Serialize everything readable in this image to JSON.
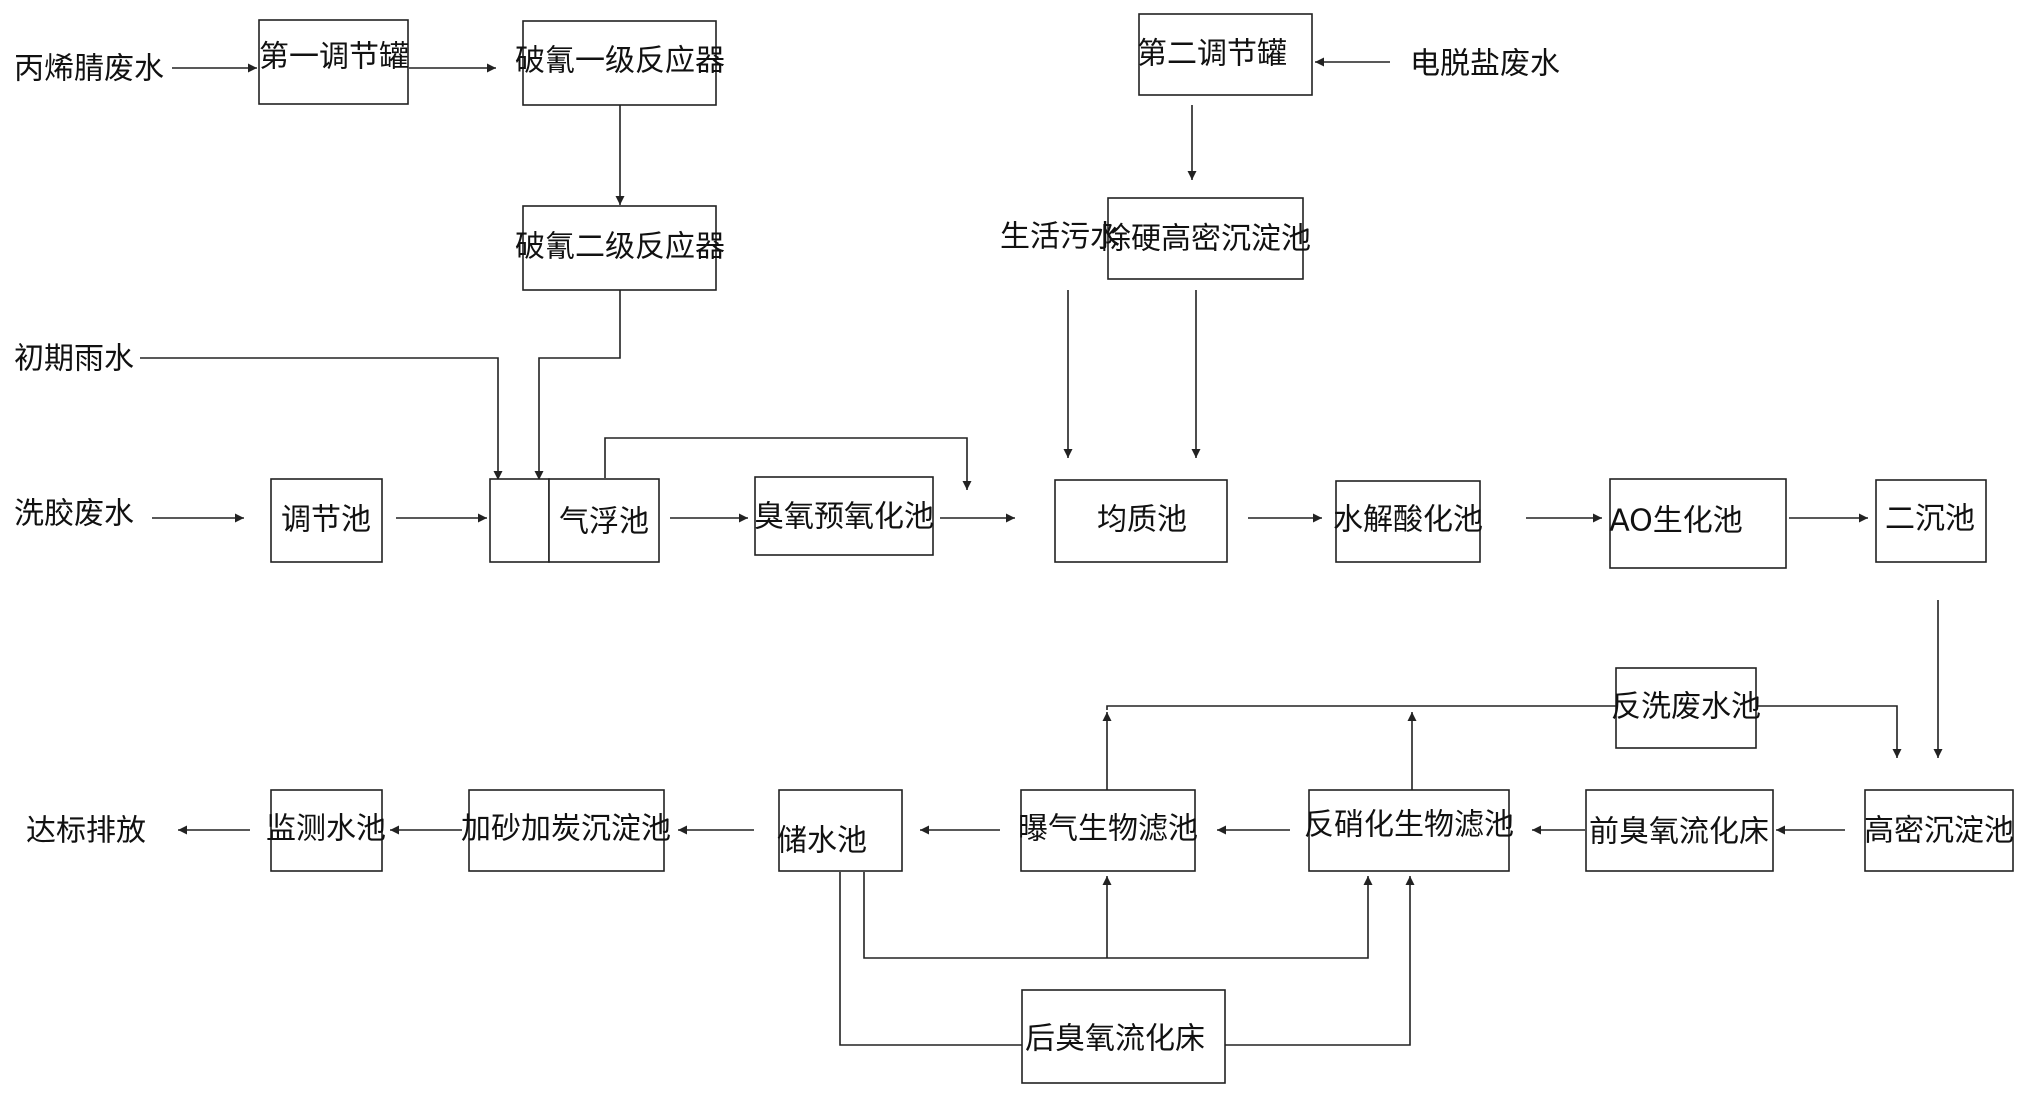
{
  "diagram": {
    "nodes": {
      "acrylonitrile_wastewater": "丙烯腈废水",
      "first_regulating_tank": "第一调节罐",
      "cyanide_breaking_reactor_1": "破氰一级反应器",
      "cyanide_breaking_reactor_2": "破氰二级反应器",
      "initial_rainwater": "初期雨水",
      "rubber_washing_wastewater": "洗胶废水",
      "regulating_pool": "调节池",
      "air_flotation_pool": "气浮池",
      "ozone_preoxidation_pool": "臭氧预氧化池",
      "second_regulating_tank": "第二调节罐",
      "electro_desalting_wastewater": "电脱盐废水",
      "domestic_sewage": "生活污水",
      "hardness_removal_sedimentation_pool": "除硬高密沉淀池",
      "homogenization_pool": "均质池",
      "hydrolysis_acidification_pool": "水解酸化池",
      "ao_biochemical_pool": "AO生化池",
      "secondary_sedimentation_pool": "二沉池",
      "backwash_wastewater_pool": "反洗废水池",
      "high_density_sedimentation_pool": "高密沉淀池",
      "pre_ozone_fluidized_bed": "前臭氧流化床",
      "denitrification_biofilter": "反硝化生物滤池",
      "aerated_biofilter": "曝气生物滤池",
      "water_storage_pool": "储水池",
      "sand_carbon_sedimentation_pool": "加砂加炭沉淀池",
      "monitoring_pool": "监测水池",
      "discharge_up_to_standard": "达标排放",
      "post_ozone_fluidized_bed": "后臭氧流化床"
    }
  }
}
